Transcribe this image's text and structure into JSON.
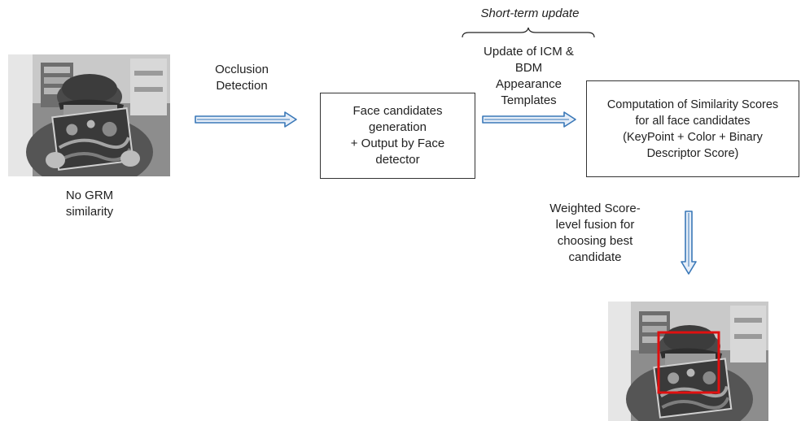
{
  "input_label": "No GRM\nsimilarity",
  "arrow1_label": "Occlusion\nDetection",
  "box1_text": "Face candidates\ngeneration\n+ Output by Face\ndetector",
  "short_term_label": "Short-term update",
  "arrow2_label": "Update of ICM &\nBDM\nAppearance\nTemplates",
  "box2_text": "Computation of Similarity Scores\nfor all face candidates\n(KeyPoint + Color + Binary\nDescriptor Score)",
  "arrow3_label": "Weighted Score-\nlevel fusion for\nchoosing best\ncandidate",
  "colors": {
    "arrow_stroke": "#3a78b8",
    "arrow_fill": "#e6eef8",
    "highlight_box": "#e01010"
  },
  "icons": {
    "input_photo": "person-with-cap-and-book-photo",
    "output_photo": "person-with-detected-face-photo"
  }
}
